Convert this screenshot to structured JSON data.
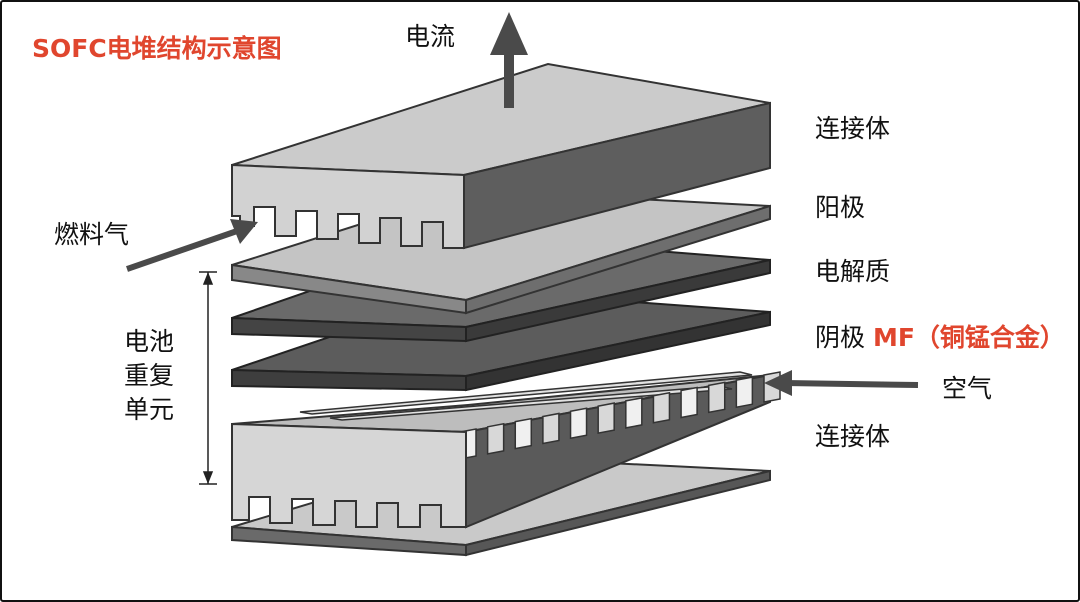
{
  "title": "SOFC电堆结构示意图",
  "labels": {
    "current": "电流",
    "fuel_gas": "燃料气",
    "air": "空气",
    "interconnect_top": "连接体",
    "anode": "阳极",
    "electrolyte": "电解质",
    "cathode": "阴极",
    "cathode_note": "MF（铜锰合金）",
    "interconnect_bottom": "连接体"
  },
  "repeat_unit": {
    "line1": "电池",
    "line2": "重复",
    "line3": "单元"
  },
  "colors": {
    "title": "#e0462e",
    "highlight": "#e0462e",
    "plate_top": "#c8c8c8",
    "plate_side": "#6b6b6b",
    "dark_layer": "#5a5a5a",
    "arrow": "#4a4a4a"
  }
}
